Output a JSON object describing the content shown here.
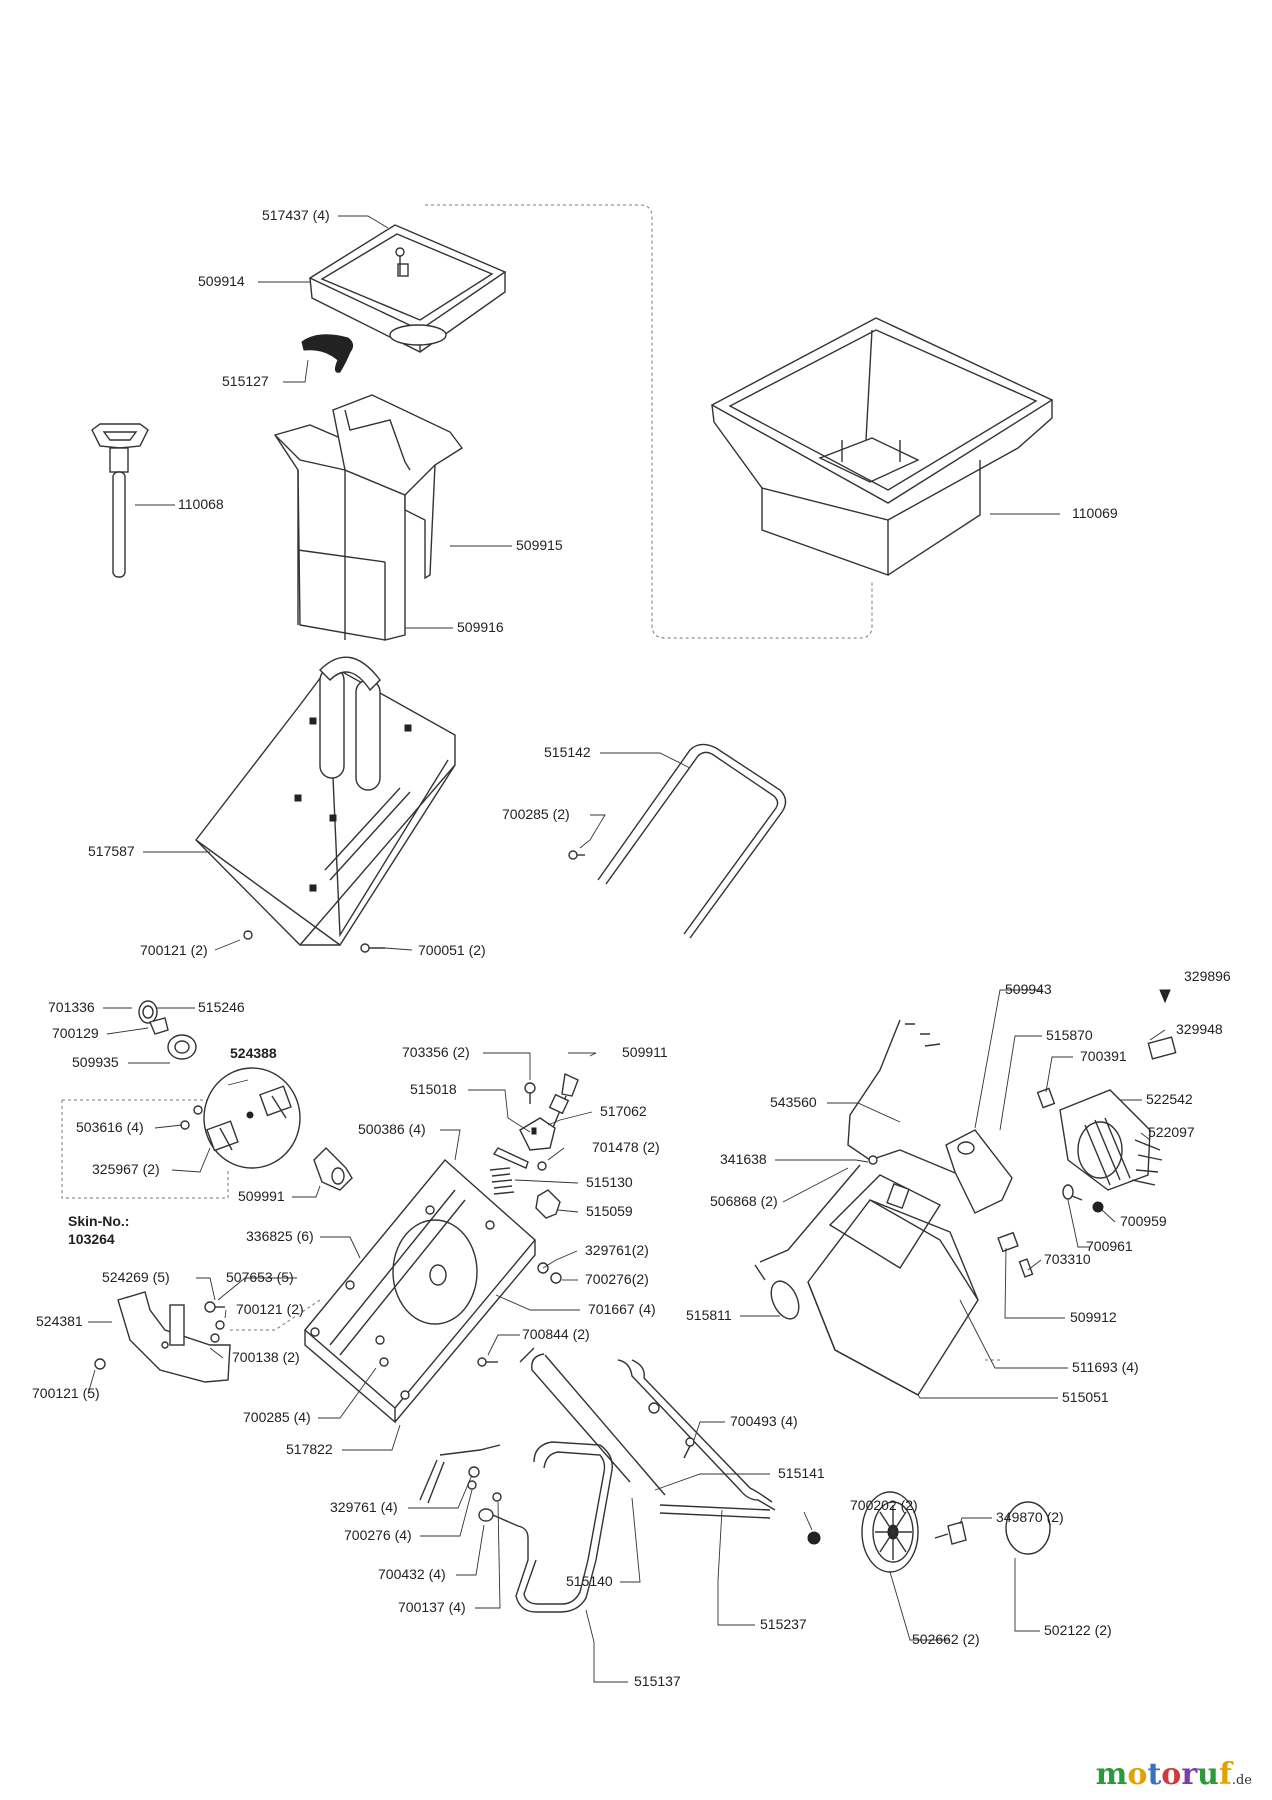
{
  "labels": {
    "l517437": "517437 (4)",
    "l509914": "509914",
    "l515127": "515127",
    "l110068": "110068",
    "l509915": "509915",
    "l509916": "509916",
    "l110069": "110069",
    "l515142": "515142",
    "l700285a": "700285 (2)",
    "l517587": "517587",
    "l700121a": "700121 (2)",
    "l700051": "700051 (2)",
    "l701336": "701336",
    "l515246": "515246",
    "l700129": "700129",
    "l524388": "524388",
    "l509935": "509935",
    "l503616": "503616 (4)",
    "l325967": "325967 (2)",
    "skin_no": "Skin-No.:",
    "skin_val": "103264",
    "l509991": "509991",
    "l703356": "703356 (2)",
    "l509911": "509911",
    "l515018": "515018",
    "l517062": "517062",
    "l500386": "500386 (4)",
    "l701478": "701478 (2)",
    "l515130": "515130",
    "l515059": "515059",
    "l336825": "336825 (6)",
    "l329761a": "329761(2)",
    "l700276a": "700276(2)",
    "l701667": "701667 (4)",
    "l524269": "524269 (5)",
    "l507653": "507653 (5)",
    "l700121b": "700121 (2)",
    "l524381": "524381",
    "l700138": "700138 (2)",
    "l700121c": "700121 (5)",
    "l700844": "700844 (2)",
    "l700285b": "700285 (4)",
    "l517822": "517822",
    "l700493": "700493 (4)",
    "l515141": "515141",
    "l329761b": "329761 (4)",
    "l700276b": "700276 (4)",
    "l700432": "700432 (4)",
    "l700137": "700137 (4)",
    "l515140": "515140",
    "l515237": "515237",
    "l515137": "515137",
    "l700202": "700202 (2)",
    "l349870": "349870 (2)",
    "l502662": "502662 (2)",
    "l502122": "502122 (2)",
    "l509943": "509943",
    "l329896": "329896",
    "l329948": "329948",
    "l515870": "515870",
    "l700391": "700391",
    "l522542": "522542",
    "l522097": "522097",
    "l543560": "543560",
    "l341638": "341638",
    "l506868": "506868 (2)",
    "l700959": "700959",
    "l700961": "700961",
    "l703310": "703310",
    "l515811": "515811",
    "l509912": "509912",
    "l511693": "511693 (4)",
    "l515051": "515051"
  },
  "brand": {
    "name": "motoruf",
    "suffix": ".de"
  },
  "colors": {
    "m": "#2a9a3a",
    "o1": "#e2a100",
    "t": "#3a6fc4",
    "o2": "#d03a3a",
    "r": "#7a3ab0",
    "u": "#2a9a3a",
    "f": "#e2a100"
  }
}
